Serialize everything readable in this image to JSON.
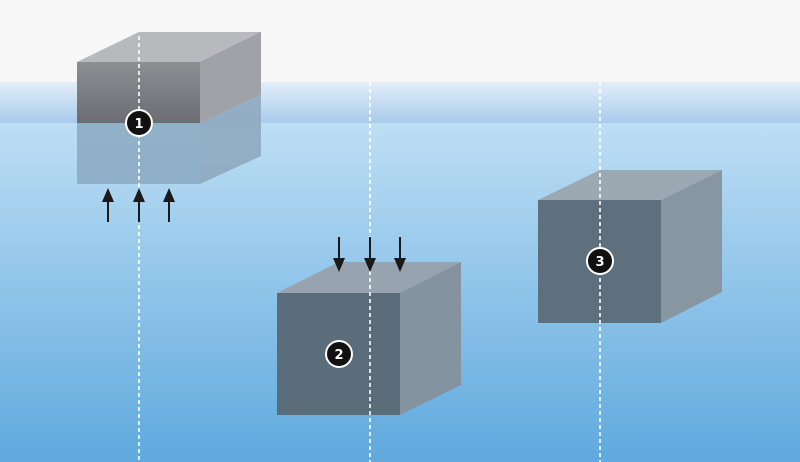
{
  "colors": {
    "sky": "#f7f7f8",
    "water_top": "#c7e3f6",
    "water_bottom": "#5ea8de",
    "surface_band": "#b7d5f0",
    "block_front": "#5a6b7a",
    "block_side": "#8a98a4",
    "block_top": "#9aa7b2",
    "arrow": "#1a1a1a",
    "dash_line": "#ffffff",
    "label_fill": "#111111",
    "label_text": "#ffffff"
  },
  "blocks": [
    {
      "label": "1",
      "state": "floating at surface",
      "force_arrows": "up"
    },
    {
      "label": "2",
      "state": "submerged",
      "force_arrows": "down"
    },
    {
      "label": "3",
      "state": "submerged",
      "force_arrows": "none"
    }
  ]
}
